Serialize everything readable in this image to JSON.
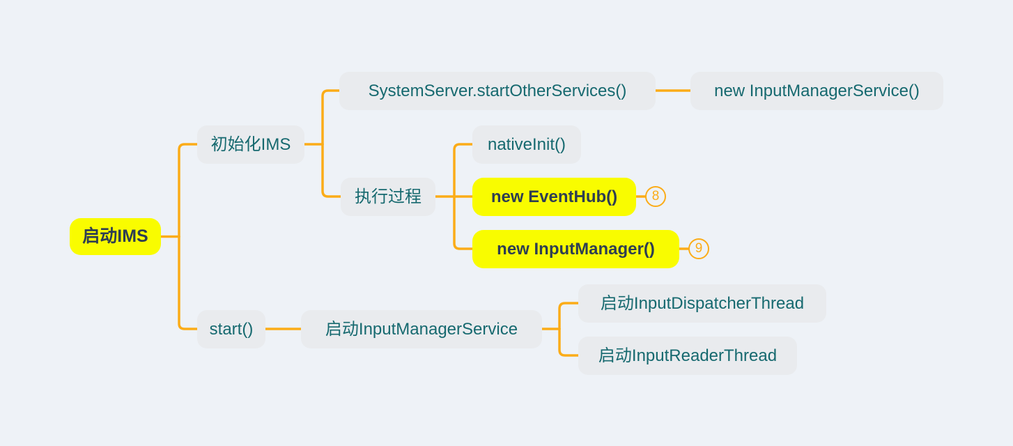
{
  "colors": {
    "background": "#eef2f7",
    "node_bg": "#e9ebee",
    "node_text": "#16696f",
    "highlight_bg": "#f9fc00",
    "highlight_text": "#2e3e52",
    "connector": "#fbac18"
  },
  "diagram": {
    "type": "mindmap",
    "nodes": {
      "root": {
        "label": "启动IMS",
        "style": "highlight"
      },
      "init": {
        "label": "初始化IMS",
        "style": "normal"
      },
      "sysserver": {
        "label": "SystemServer.startOtherServices()",
        "style": "normal"
      },
      "newims": {
        "label": "new InputManagerService()",
        "style": "normal"
      },
      "exec": {
        "label": "执行过程",
        "style": "normal"
      },
      "nativeinit": {
        "label": "nativeInit()",
        "style": "normal"
      },
      "eventhub": {
        "label": "new EventHub()",
        "style": "highlight",
        "badge": "8"
      },
      "inputmgr": {
        "label": "new InputManager()",
        "style": "highlight",
        "badge": "9"
      },
      "start": {
        "label": "start()",
        "style": "normal"
      },
      "startims": {
        "label": "启动InputManagerService",
        "style": "normal"
      },
      "dispatcher": {
        "label": "启动InputDispatcherThread",
        "style": "normal"
      },
      "reader": {
        "label": "启动InputReaderThread",
        "style": "normal"
      }
    },
    "edges": [
      {
        "from": "root",
        "to": "init"
      },
      {
        "from": "root",
        "to": "start"
      },
      {
        "from": "init",
        "to": "sysserver"
      },
      {
        "from": "init",
        "to": "exec"
      },
      {
        "from": "sysserver",
        "to": "newims"
      },
      {
        "from": "exec",
        "to": "nativeinit"
      },
      {
        "from": "exec",
        "to": "eventhub"
      },
      {
        "from": "exec",
        "to": "inputmgr"
      },
      {
        "from": "start",
        "to": "startims"
      },
      {
        "from": "startims",
        "to": "dispatcher"
      },
      {
        "from": "startims",
        "to": "reader"
      }
    ]
  }
}
